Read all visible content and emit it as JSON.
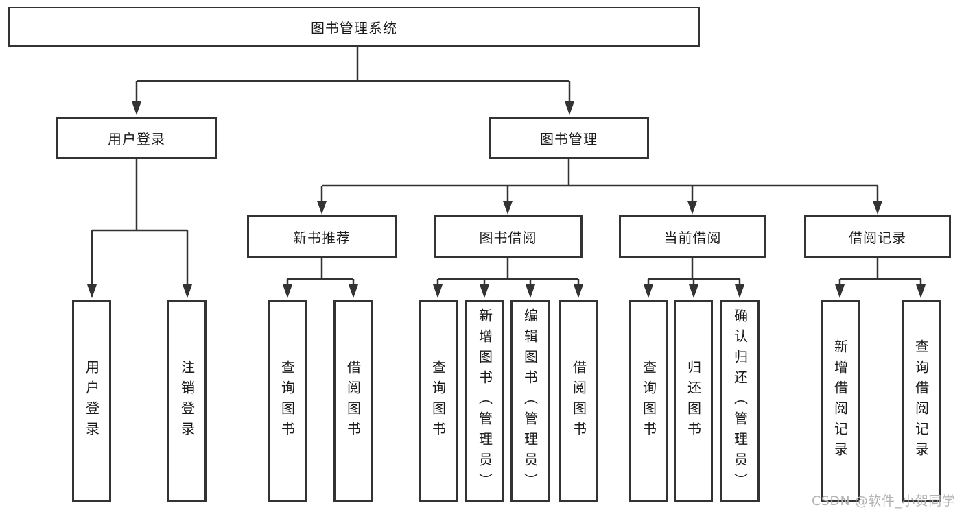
{
  "diagram": {
    "title": "图书管理系统",
    "root": "图书管理系统",
    "level2": [
      "用户登录",
      "图书管理"
    ],
    "level3": [
      "新书推荐",
      "图书借阅",
      "当前借阅",
      "借阅记录"
    ],
    "leaves": [
      "用户登录",
      "注销登录",
      "查询图书",
      "借阅图书",
      "查询图书",
      "新增图书（管理员）",
      "编辑图书（管理员）",
      "借阅图书",
      "查询图书",
      "归还图书",
      "确认归还（管理员）",
      "新增借阅记录",
      "查询借阅记录"
    ]
  },
  "watermark": "CSDN @软件_小贺同学",
  "colors": {
    "line": "#333333",
    "text": "#1a1a1a",
    "watermark": "#b3b3b3",
    "background": "#ffffff"
  }
}
